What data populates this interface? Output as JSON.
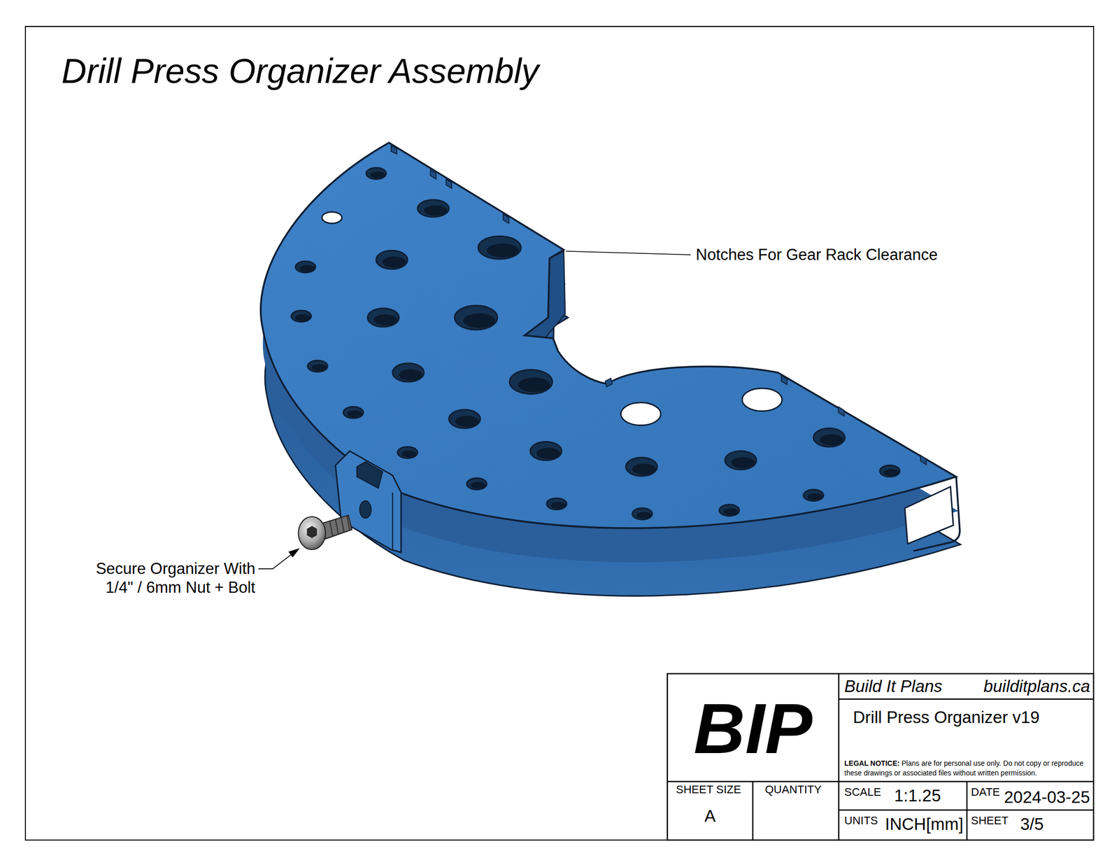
{
  "diagram": {
    "title": "Drill Press Organizer Assembly",
    "labels": [
      "Notches For Gear Rack Clearance",
      "Secure Organizer With 1/4\" / 6mm Nut + Bolt",
      "BIP",
      "Build It Plans",
      "builditplans.ca",
      "Drill Press Organizer v19",
      "LEGAL NOTICE:",
      "Plans are for personal use only. Do not copy or reproduce these drawings or associated files without written permission.",
      "SHEET SIZE",
      "A",
      "QUANTITY",
      "SCALE",
      "1:1.25",
      "DATE",
      "2024-03-25",
      "UNITS",
      "INCH[mm]",
      "SHEET",
      "3/5"
    ]
  }
}
